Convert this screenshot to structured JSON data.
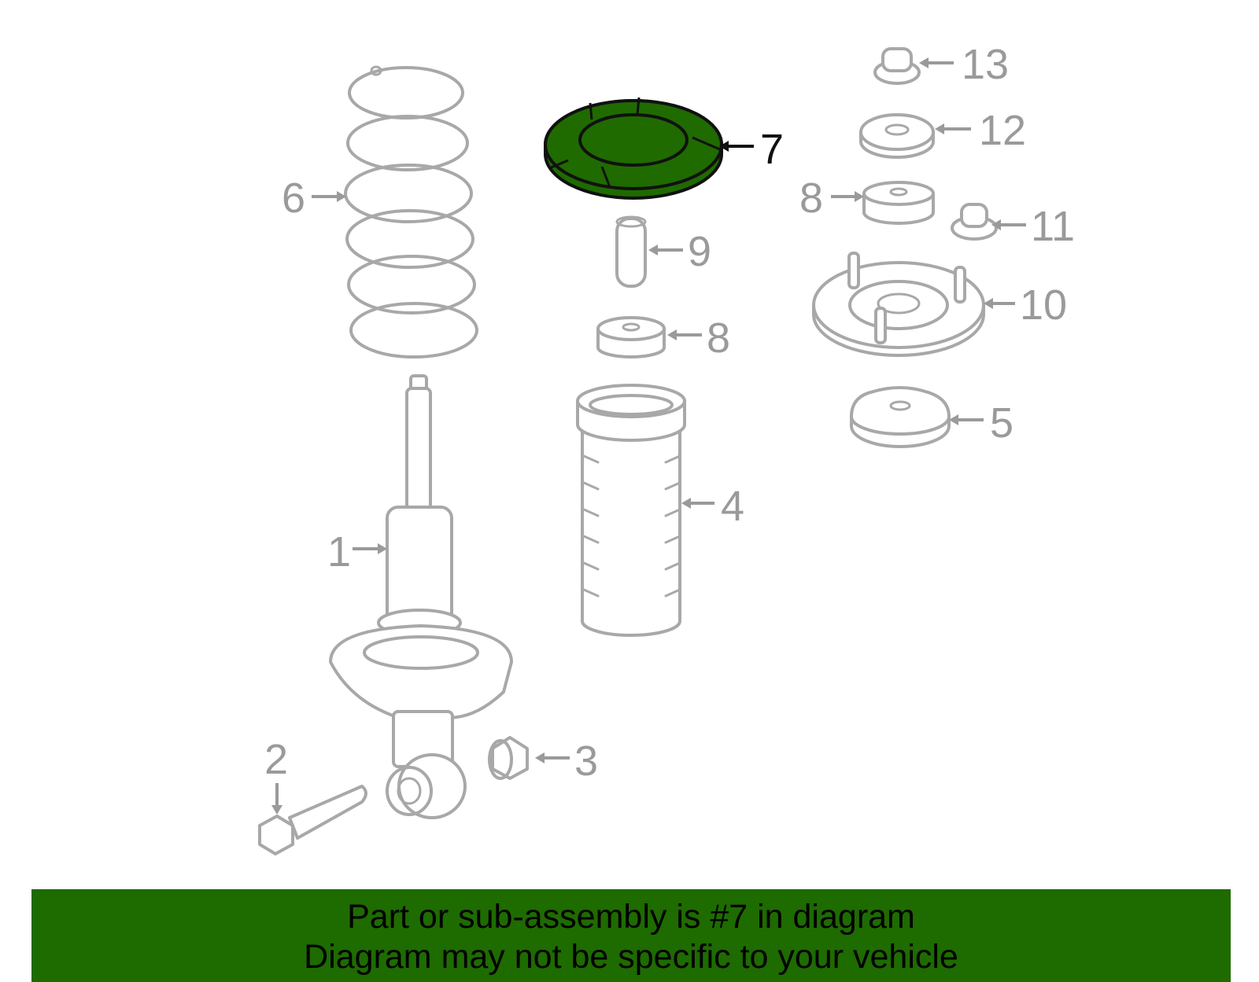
{
  "callouts": [
    {
      "id": "13",
      "label": "13"
    },
    {
      "id": "12",
      "label": "12"
    },
    {
      "id": "7",
      "label": "7",
      "highlighted": true
    },
    {
      "id": "8a",
      "label": "8"
    },
    {
      "id": "11",
      "label": "11"
    },
    {
      "id": "6",
      "label": "6"
    },
    {
      "id": "9",
      "label": "9"
    },
    {
      "id": "10",
      "label": "10"
    },
    {
      "id": "8b",
      "label": "8"
    },
    {
      "id": "5",
      "label": "5"
    },
    {
      "id": "4",
      "label": "4"
    },
    {
      "id": "1",
      "label": "1"
    },
    {
      "id": "2",
      "label": "2"
    },
    {
      "id": "3",
      "label": "3"
    }
  ],
  "banner": {
    "line1": "Part or sub-assembly is #7 in diagram",
    "line2": "Diagram may not be specific to your vehicle"
  },
  "colors": {
    "highlight": "#1f6b00",
    "banner": "#1e6b00",
    "part_outline": "#a8a8a8",
    "label": "#9a9a9a"
  }
}
